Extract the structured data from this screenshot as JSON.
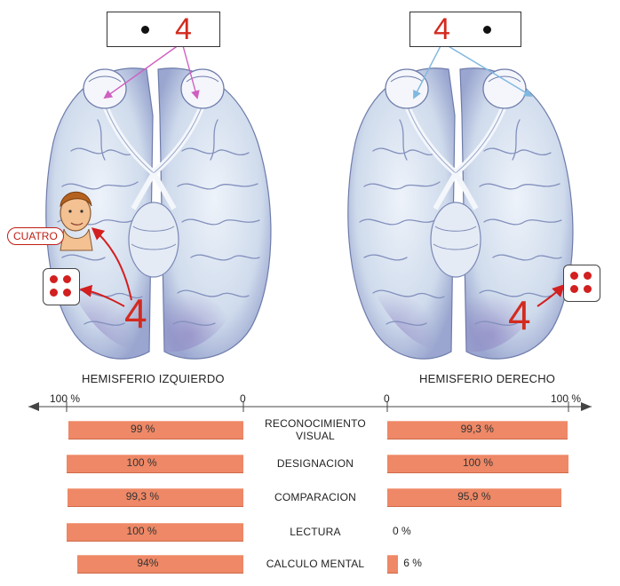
{
  "left": {
    "stimulus_number": "4",
    "response_bubble": "CUATRO",
    "hemisphere_label": "HEMISFERIO IZQUIERDO",
    "answer_number": "4"
  },
  "right": {
    "stimulus_number": "4",
    "hemisphere_label": "HEMISFERIO DERECHO",
    "answer_number": "4"
  },
  "scale": {
    "left_max": "100 %",
    "left_zero": "0",
    "right_zero": "0",
    "right_max": "100 %"
  },
  "colors": {
    "bar": "#ee8866",
    "red": "#d32a1e",
    "pink_line": "#d060c0",
    "blue_line": "#80b8e0",
    "brain": "#dde6f2"
  },
  "chart_data": {
    "type": "bar",
    "categories": [
      "RECONOCIMIENTO VISUAL",
      "DESIGNACION",
      "COMPARACION",
      "LECTURA",
      "CALCULO MENTAL"
    ],
    "series": [
      {
        "name": "HEMISFERIO IZQUIERDO",
        "values": [
          99,
          100,
          99.3,
          100,
          94
        ],
        "labels": [
          "99 %",
          "100 %",
          "99,3 %",
          "100 %",
          "94%"
        ]
      },
      {
        "name": "HEMISFERIO DERECHO",
        "values": [
          99.3,
          100,
          95.9,
          0,
          6
        ],
        "labels": [
          "99,3 %",
          "100 %",
          "95,9 %",
          "0 %",
          "6 %"
        ]
      }
    ],
    "task_lines": [
      [
        "RECONOCIMIENTO",
        "VISUAL"
      ],
      [
        "DESIGNACION"
      ],
      [
        "COMPARACION"
      ],
      [
        "LECTURA"
      ],
      [
        "CALCULO MENTAL"
      ]
    ],
    "xlim": [
      0,
      100
    ]
  }
}
